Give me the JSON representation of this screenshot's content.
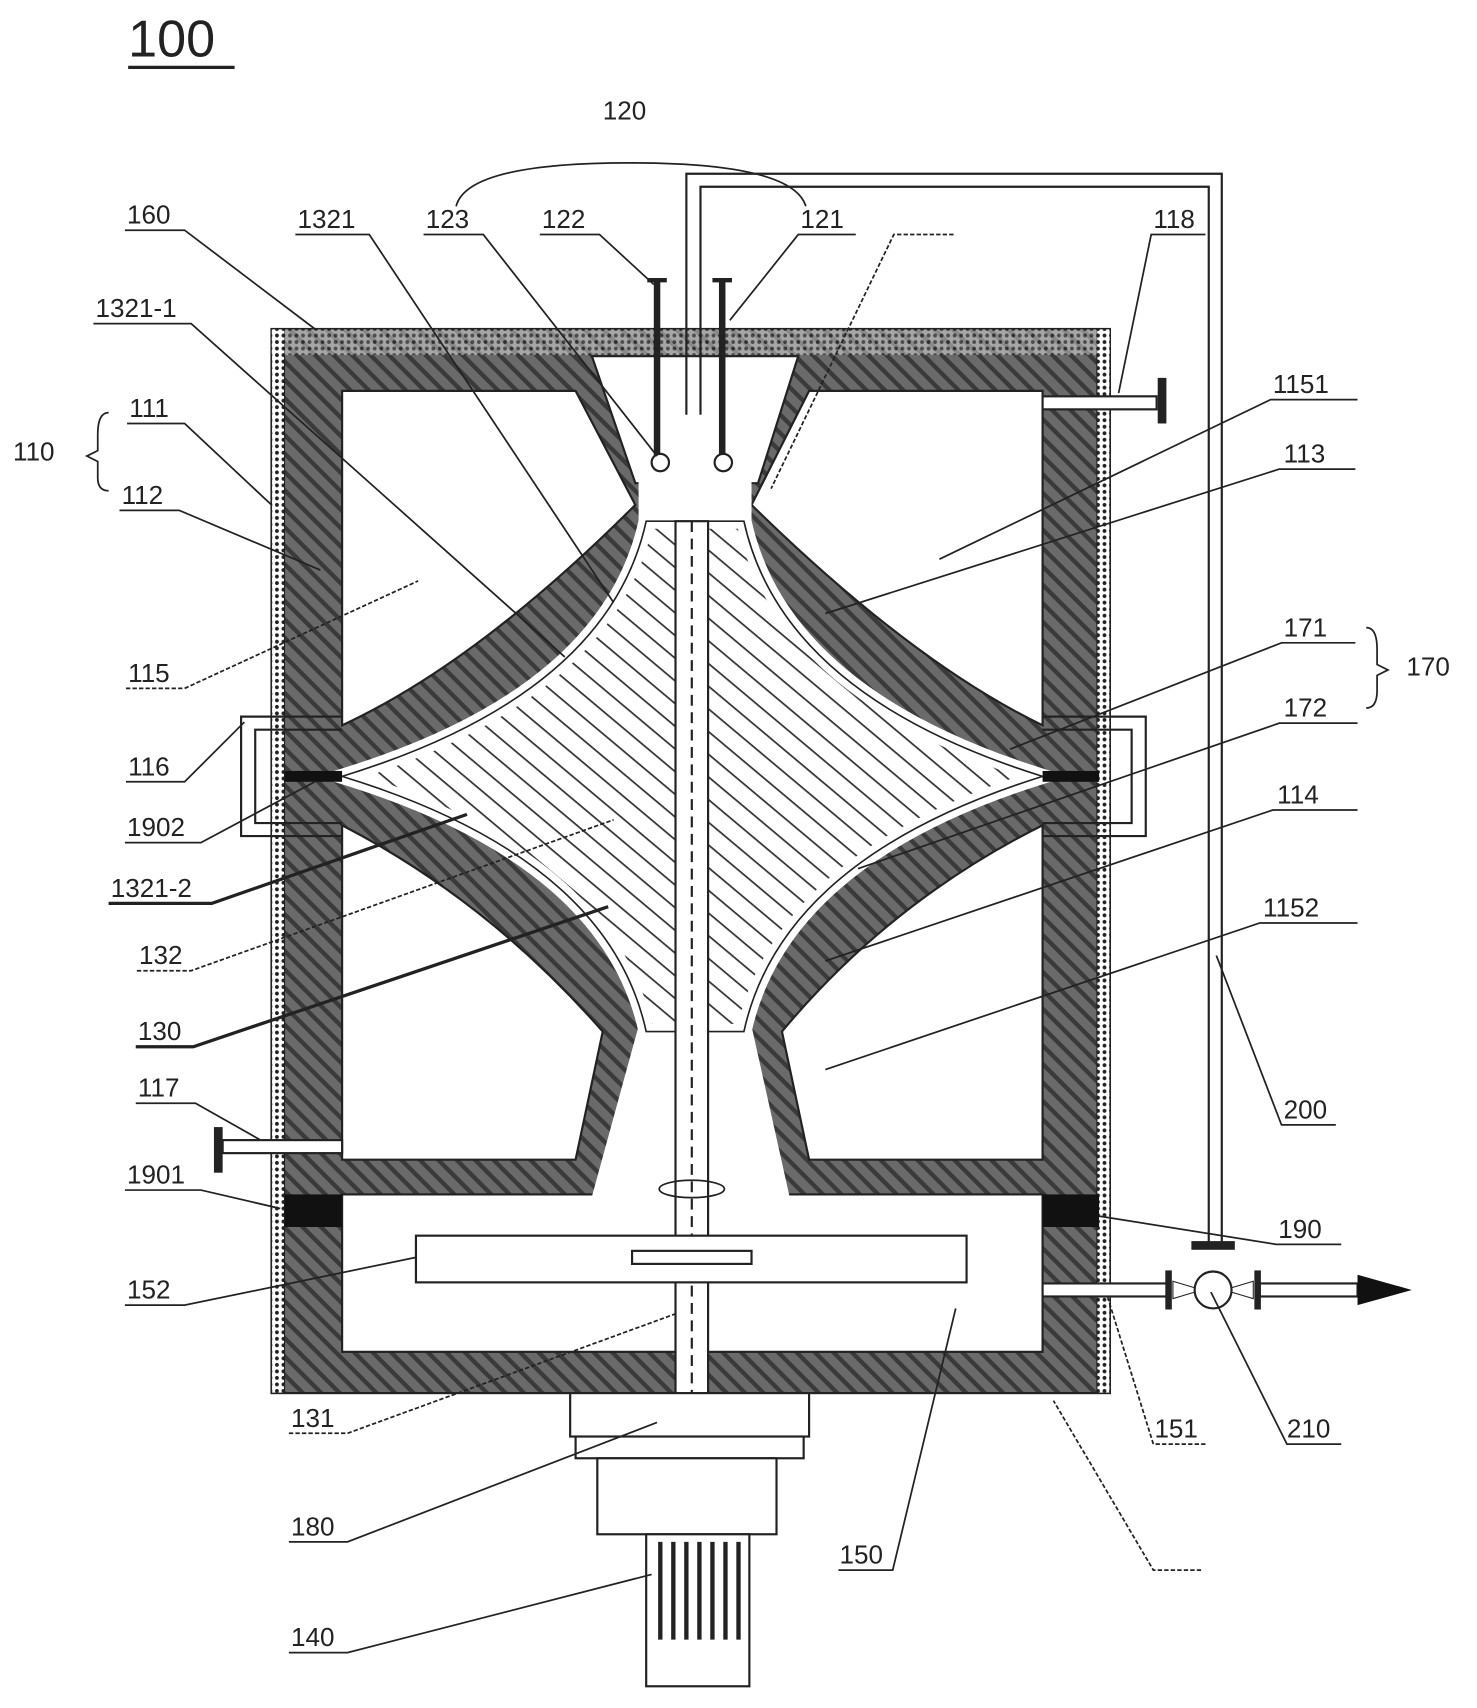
{
  "figure": {
    "title": "100",
    "labels": {
      "l120": "120",
      "l160": "160",
      "l1321": "1321",
      "l123": "123",
      "l122": "122",
      "l121": "121",
      "l118": "118",
      "l1321_1": "1321-1",
      "l1151": "1151",
      "l113": "113",
      "l111": "111",
      "l110": "110",
      "l112": "112",
      "l115": "115",
      "l171": "171",
      "l170": "170",
      "l172": "172",
      "l116": "116",
      "l1902": "1902",
      "l114": "114",
      "l1321_2": "1321-2",
      "l1152": "1152",
      "l132": "132",
      "l130": "130",
      "l200": "200",
      "l117": "117",
      "l1901": "1901",
      "l190": "190",
      "l152": "152",
      "l131": "131",
      "l151": "151",
      "l210": "210",
      "l180": "180",
      "l150": "150",
      "l140": "140"
    }
  }
}
